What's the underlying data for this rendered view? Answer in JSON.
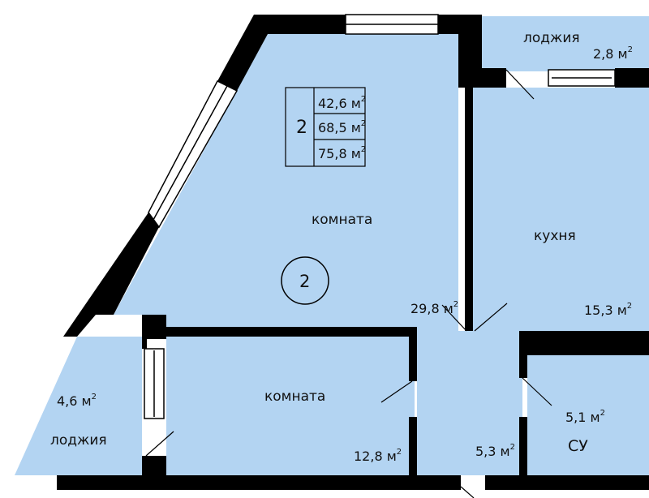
{
  "apartment": {
    "rooms_count": "2",
    "area_living": "42,6 м",
    "area_total": "68,5 м",
    "area_with_loggias": "75,8 м",
    "area_exponent": "2",
    "circle_number": "2"
  },
  "rooms": {
    "main_room": {
      "name": "комната",
      "area": "29,8 м"
    },
    "kitchen": {
      "name": "кухня",
      "area": "15,3 м"
    },
    "loggia_top": {
      "name": "лоджия",
      "area": "2,8 м"
    },
    "bedroom": {
      "name": "комната",
      "area": "12,8 м"
    },
    "loggia_left": {
      "name": "лоджия",
      "area": "4,6 м"
    },
    "hallway": {
      "area": "5,3 м"
    },
    "bathroom": {
      "name": "СУ",
      "area": "5,1 м"
    }
  },
  "colors": {
    "room_fill": "#b3d4f2",
    "wall": "#000000"
  }
}
